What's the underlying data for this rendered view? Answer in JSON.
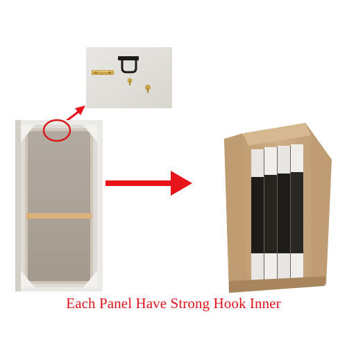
{
  "caption": "Each Panel Have Strong Hook Inner",
  "colors": {
    "caption": "#e0141b",
    "arrow": "#e8141b",
    "highlight_circle": "#d81a1a",
    "cardboard": "#c7a57e",
    "canvas_back": "#a79d92",
    "wood_bar": "#d9b27a",
    "brass": "#c9a24a",
    "frame_black": "#1d1c1a"
  },
  "icons": {
    "zoom_pointer": "red-arrow-pointer",
    "transition": "red-arrow-right",
    "hook_highlight": "red-circle-highlight"
  }
}
